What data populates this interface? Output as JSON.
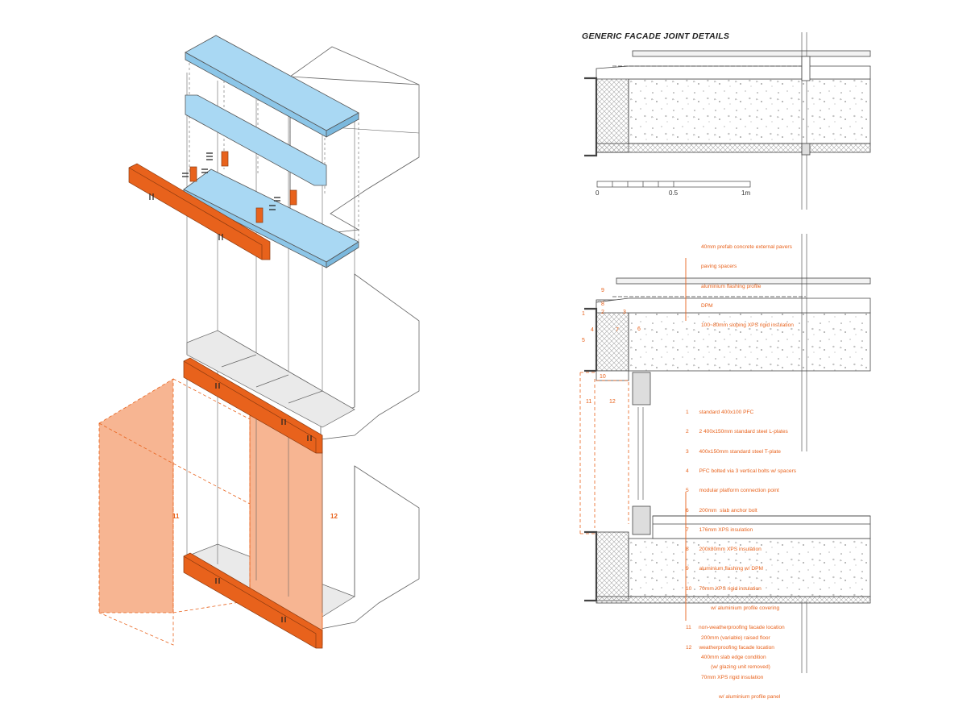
{
  "header": {
    "title": "GENERIC FACADE JOINT DETAILS"
  },
  "scale_bar": {
    "labels": [
      "0",
      "0.5",
      "1m"
    ]
  },
  "axon_labels": {
    "left_panel": "11",
    "right_panel": "12"
  },
  "callouts": [
    "1",
    "2",
    "3",
    "4",
    "5",
    "6",
    "7",
    "8",
    "9",
    "10",
    "11",
    "12"
  ],
  "notes": {
    "top": [
      "40mm prefab concrete external pavers",
      "paving spacers",
      "aluminium flashing profile",
      "DPM",
      "100~80mm sloping XPS rigid insulation"
    ],
    "legend": [
      "1       standard 400x100 PFC",
      "2       2 400x150mm standard steel L-plates",
      "3       400x150mm standard steel T-plate",
      "4       PFC bolted via 3 vertical bolts w/ spacers",
      "5       modular platform connection point",
      "6       200mm  slab anchor bolt",
      "7       176mm XPS insulation",
      "8       200x80mm XPS insulation",
      "9       aluminium flashing w/ DPM",
      "10     70mm XPS rigid insulation",
      "                 w/ aluminium profile covering",
      "11     non-weatherproofing facade location",
      "12     weatherproofing facade location",
      "                 (w/ glazing unit removed)"
    ],
    "bottom": [
      "200mm (variable) raised floor",
      "400mm slab edge condition",
      "70mm XPS rigid insulation",
      "            w/ aluminium profile panel"
    ]
  },
  "colors": {
    "accent": "#e8621c",
    "panel_fill": "#f7b592",
    "blue": "#a9d8f3",
    "line": "#555555"
  }
}
